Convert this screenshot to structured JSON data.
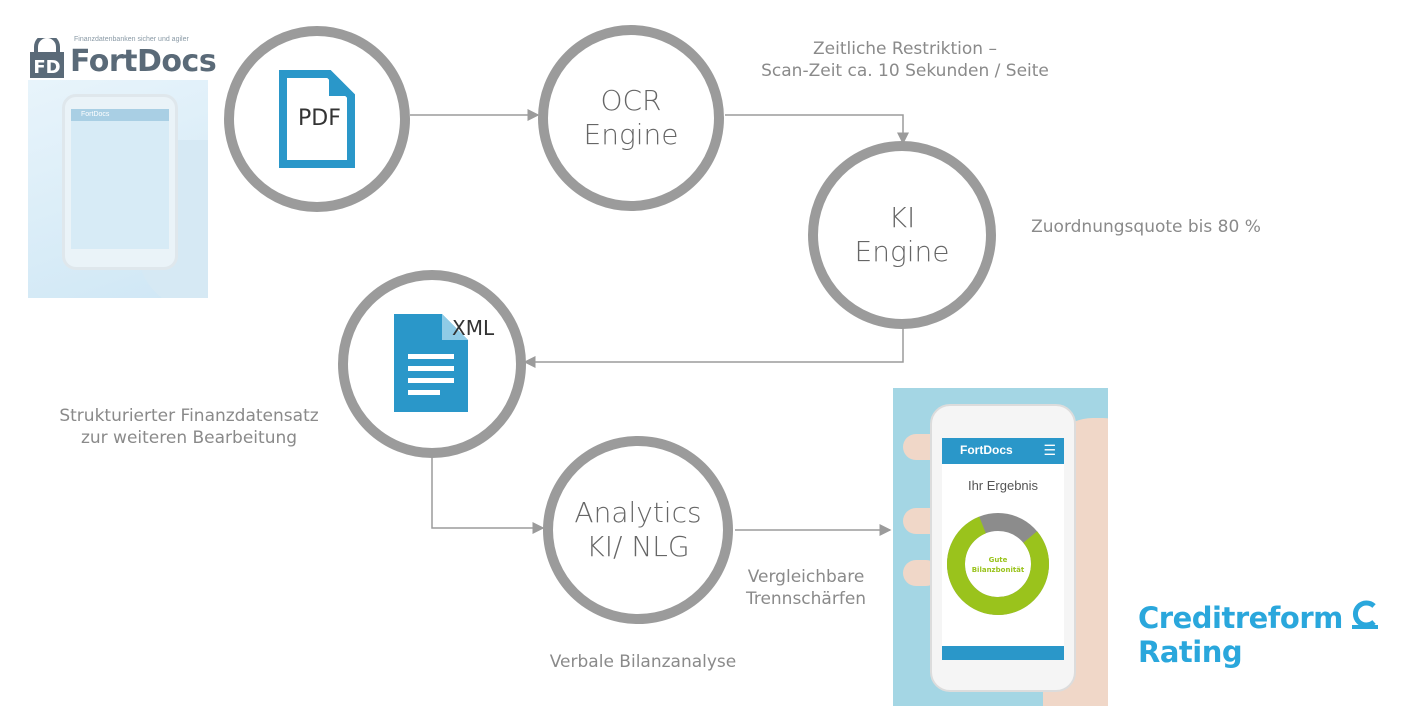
{
  "logo": {
    "tagline": "Finanzdatenbanken sicher und agiler",
    "name": "FortDocs"
  },
  "left_phone": {
    "app_name": "FortDocs"
  },
  "nodes": {
    "pdf": {
      "label": "PDF"
    },
    "ocr": {
      "line1": "OCR",
      "line2": "Engine"
    },
    "ki": {
      "line1": "KI",
      "line2": "Engine"
    },
    "xml": {
      "label": "XML"
    },
    "analytics": {
      "line1": "Analytics",
      "line2": "KI/ NLG"
    }
  },
  "notes": {
    "restriction_line1": "Zeitliche Restriktion –",
    "restriction_line2": "Scan-Zeit ca. 10 Sekunden / Seite",
    "quote": "Zuordnungsquote bis 80 %",
    "dataset_line1": "Strukturierter Finanzdatensatz",
    "dataset_line2": "zur weiteren Bearbeitung",
    "comparable_line1": "Vergleichbare",
    "comparable_line2": "Trennschärfen",
    "verbal": "Verbale Bilanzanalyse"
  },
  "result_phone": {
    "app_name": "FortDocs",
    "result_title": "Ihr Ergebnis",
    "gauge_line1": "Gute",
    "gauge_line2": "Bilanzbonität",
    "gauge_fraction": 0.8
  },
  "brand": {
    "line1": "Creditreform",
    "line2": "Rating"
  },
  "colors": {
    "circle": "#9b9b9b",
    "doc_blue": "#2a97c9",
    "brand_blue": "#2aa7dc",
    "gauge_green": "#9ac31c",
    "gauge_grey": "#8c8c8c"
  }
}
